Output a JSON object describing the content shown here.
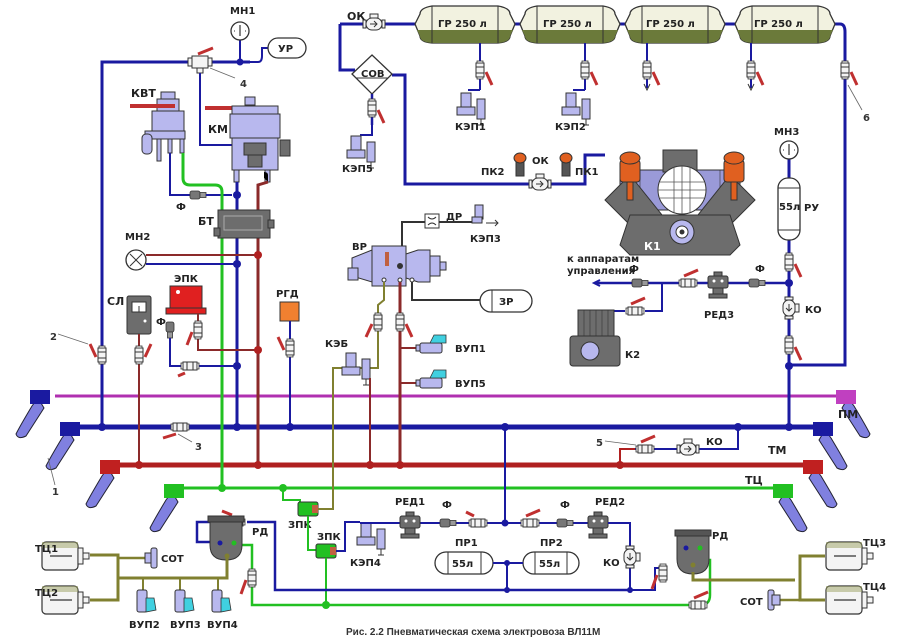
{
  "caption": "Рис. 2.2   Пневматическая схема  электровоза ВЛ11М",
  "colors": {
    "pm_line": "#1a1aa0",
    "tm_line": "#b02020",
    "tc_line": "#22c022",
    "magenta_line": "#b030b0",
    "olive_line": "#808030",
    "dark_red_line": "#8b2a2a",
    "tank_fill": "#6b7a3a",
    "device_fill": "#b8b8ee",
    "handle_red": "#c03030",
    "epk_red": "#e02020",
    "rgd_orange": "#f08030",
    "vup_cyan": "#40d0e0",
    "compressor_gray": "#6d6d6d",
    "compressor_orange": "#e06020"
  },
  "lines": {
    "pm": "ПМ",
    "tm": "ТМ",
    "tc": "ТЦ"
  },
  "tanks": [
    {
      "label": "ГР 250 л"
    },
    {
      "label": "ГР 250 л"
    },
    {
      "label": "ГР 250 л"
    },
    {
      "label": "ГР 250 л"
    }
  ],
  "labels": {
    "mn1": "МН1",
    "ur": "УР",
    "ok_top": "ОК",
    "sov": "СОВ",
    "kvt": "КВТ",
    "km": "КМ",
    "f1": "Ф",
    "bt": "БТ",
    "mn2": "МН2",
    "epk": "ЭПК",
    "f_epk": "Ф",
    "sl": "СЛ",
    "rgd": "РГД",
    "kep1": "КЭП1",
    "kep2": "КЭП2",
    "kep5": "КЭП5",
    "pk2": "ПК2",
    "ok_mid": "ОК",
    "pk1": "ПК1",
    "k1": "К1",
    "mn3": "МН3",
    "ru_volume": "55л",
    "ru": "РУ",
    "dr": "ДР",
    "kep3": "КЭП3",
    "vr": "ВР",
    "zr": "ЗР",
    "to_control_1": "к аппаратам",
    "to_control_2": "управления",
    "f_red3_left": "Ф",
    "f_red3_right": "Ф",
    "red3": "РЕД3",
    "ko_right": "КО",
    "k2": "К2",
    "keb": "КЭБ",
    "vup1": "ВУП1",
    "vup5": "ВУП5",
    "ko_pm": "КО",
    "zpk1": "ЗПК",
    "zpk2": "ЗПК",
    "kep4": "КЭП4",
    "red1": "РЕД1",
    "f_red1": "Ф",
    "f_red2": "Ф",
    "red2": "РЕД2",
    "pr1": "ПР1",
    "pr1_volume": "55л",
    "pr2": "ПР2",
    "pr2_volume": "55л",
    "ko_bottom": "КО",
    "rd_left": "РД",
    "rd_right": "РД",
    "tc1": "ТЦ1",
    "tc2": "ТЦ2",
    "tc3": "ТЦ3",
    "tc4": "ТЦ4",
    "sot_left": "СОТ",
    "sot_right": "СОТ",
    "vup2": "ВУП2",
    "vup3": "ВУП3",
    "vup4": "ВУП4"
  },
  "callouts": [
    "1",
    "2",
    "3",
    "4",
    "5",
    "6"
  ]
}
